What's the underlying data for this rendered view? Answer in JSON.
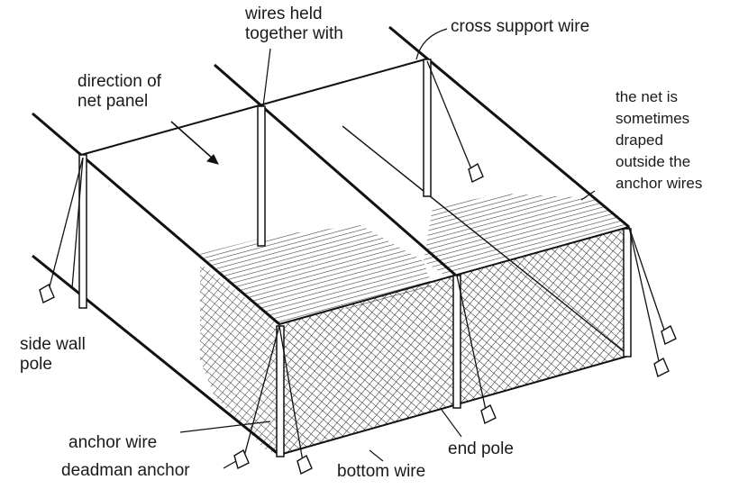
{
  "labels": {
    "wires_held": "wires held\ntogether with",
    "cross_support": "cross support wire",
    "direction": "direction of\nnet panel",
    "draped": "the net is\nsometimes\ndraped\noutside the\nanchor wires",
    "side_wall_pole": "side wall\npole",
    "anchor_wire": "anchor wire",
    "deadman_anchor": "deadman anchor",
    "bottom_wire": "bottom wire",
    "end_pole": "end pole"
  }
}
